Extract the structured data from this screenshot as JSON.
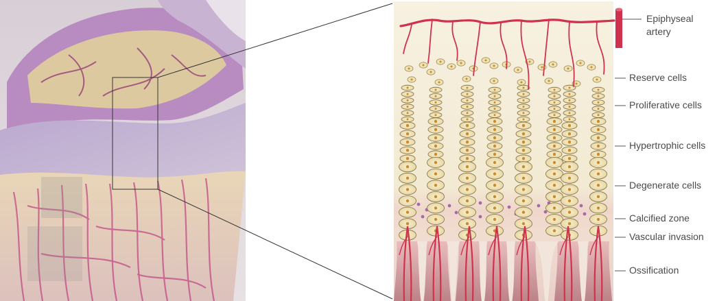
{
  "figure": {
    "micrograph": {
      "description_icon": "growth-plate-micrograph"
    },
    "diagram": {
      "artery_label": [
        "Epiphyseal",
        "artery"
      ],
      "zones": [
        "Reserve cells",
        "Proliferative cells",
        "Hypertrophic cells",
        "Degenerate cells",
        "Calcified zone",
        "Vascular invasion",
        "Ossification"
      ],
      "colors": {
        "vessel": "#d0314d",
        "cartilage": "#f3ecd7",
        "cell_fill": "#efe3b3",
        "nucleus": "#c98b2e",
        "calcified": "#f0d7cf",
        "bone": "#c98d95",
        "stain_pink": "#c24a86",
        "stain_purple": "#a56aa8"
      }
    }
  }
}
